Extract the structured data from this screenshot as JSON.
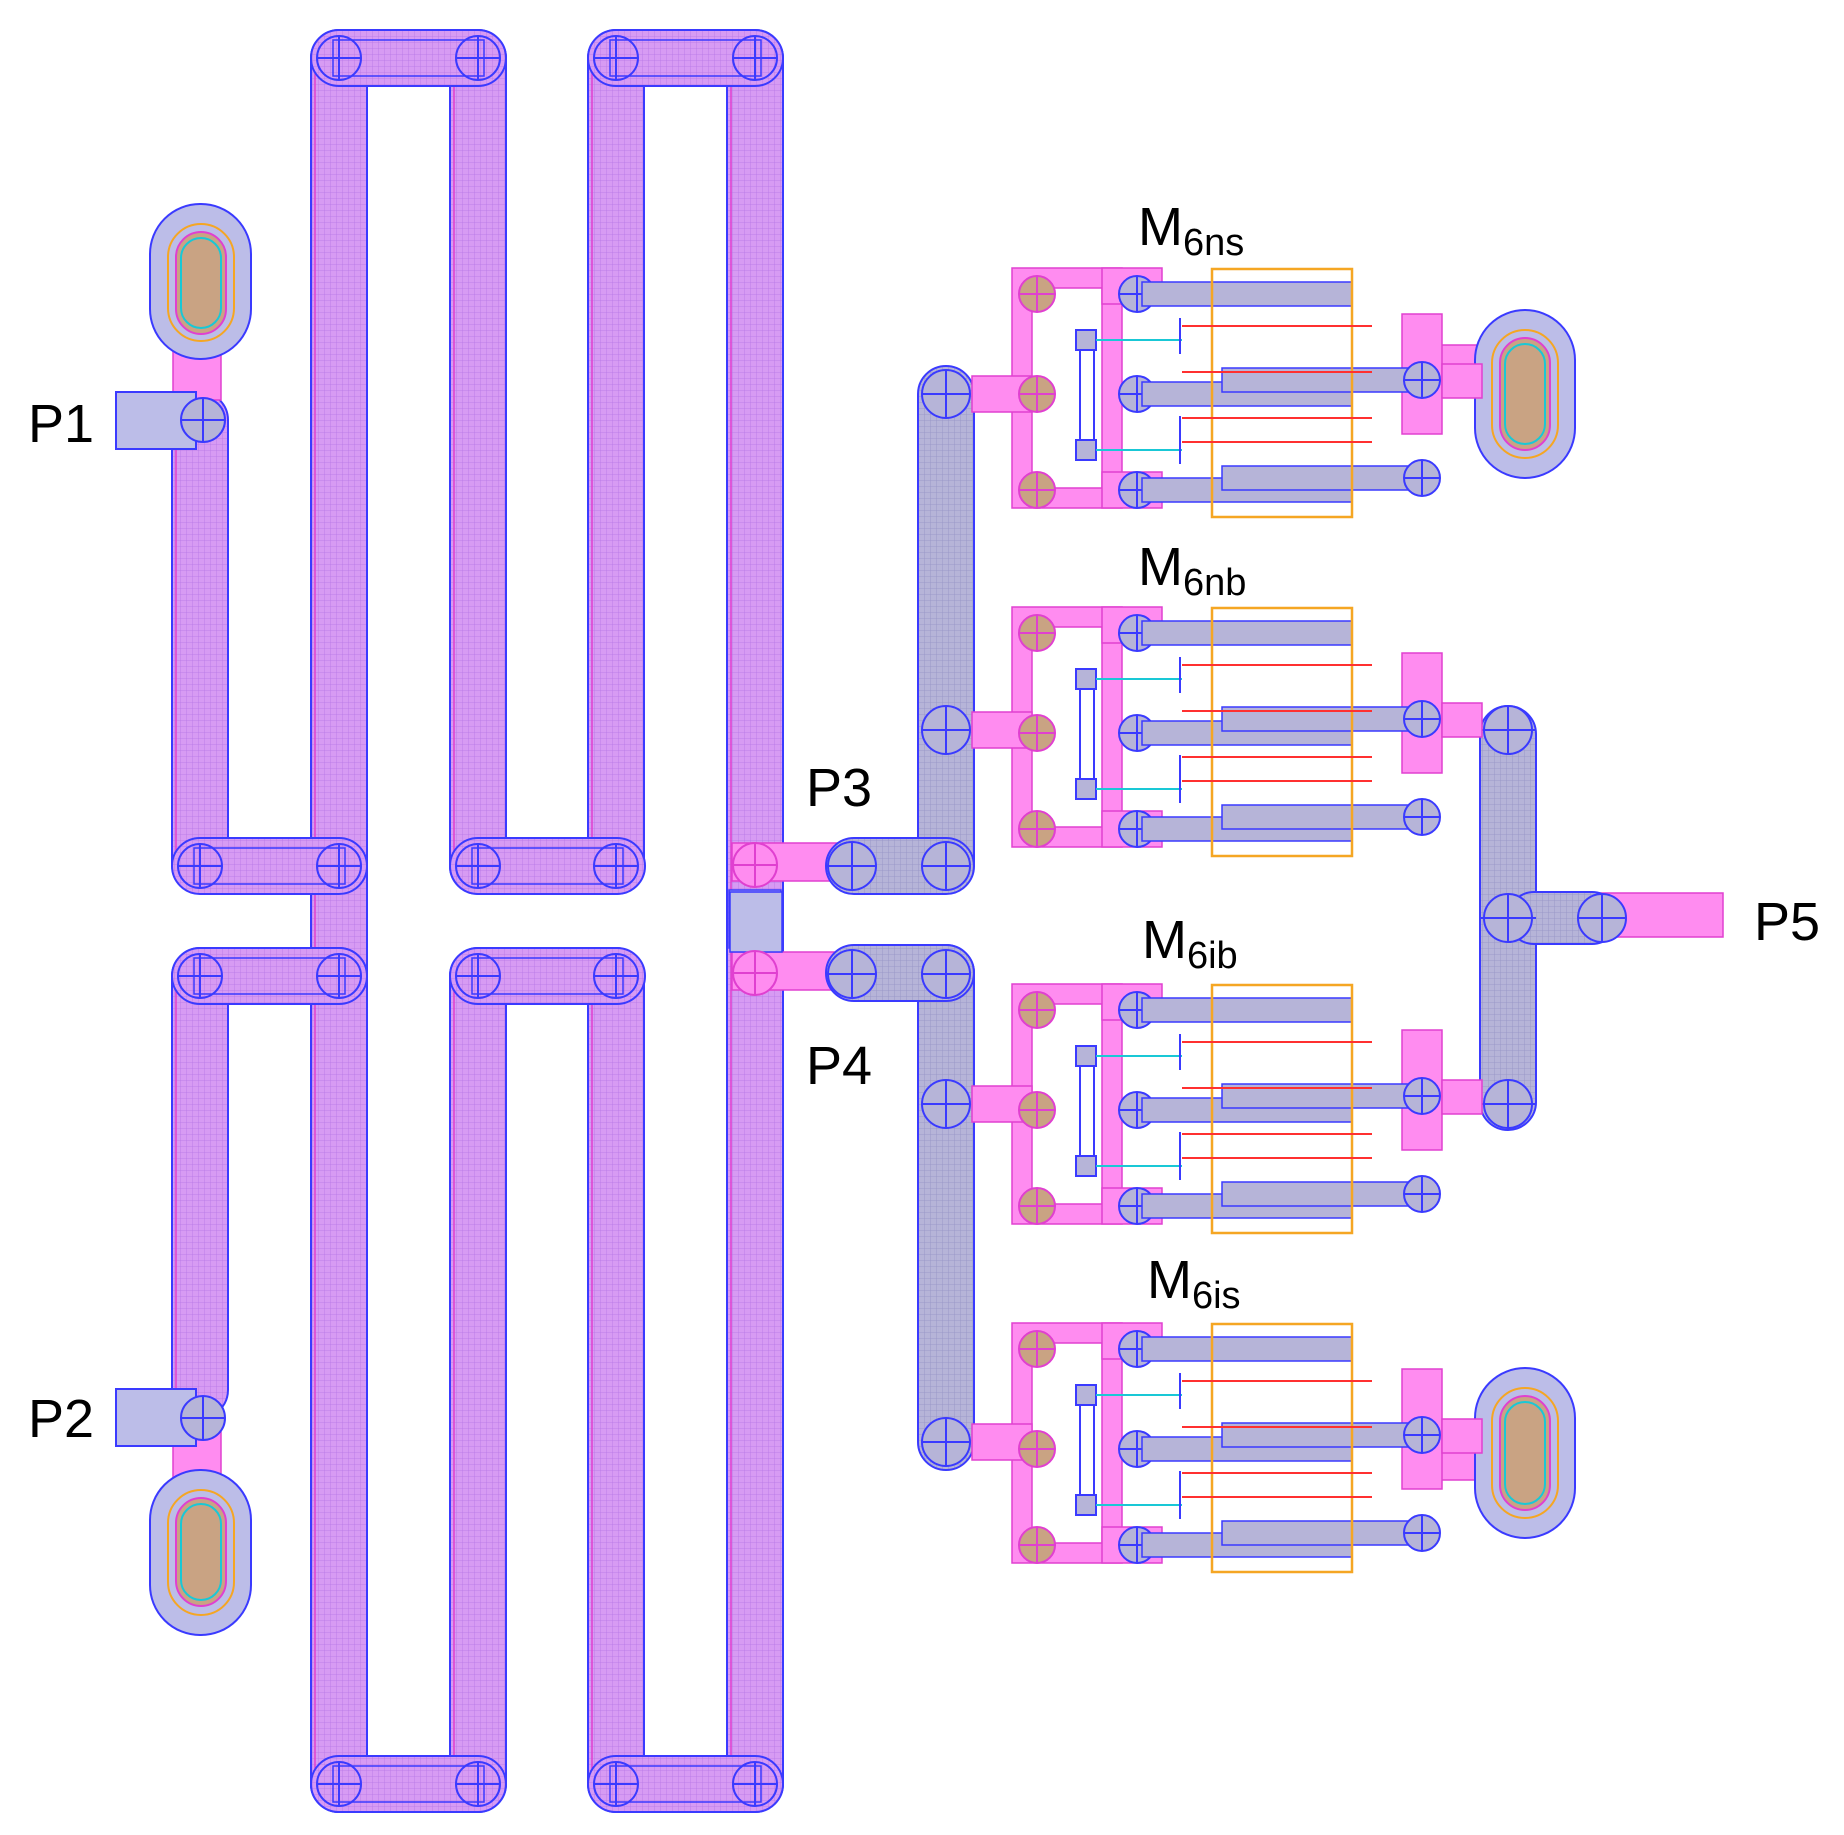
{
  "ports": [
    {
      "id": "p1",
      "label": "P1"
    },
    {
      "id": "p2",
      "label": "P2"
    },
    {
      "id": "p3",
      "label": "P3"
    },
    {
      "id": "p4",
      "label": "P4"
    },
    {
      "id": "p5",
      "label": "P5"
    }
  ],
  "transistors": [
    {
      "id": "m6ns",
      "base": "M",
      "sub": "6ns"
    },
    {
      "id": "m6nb",
      "base": "M",
      "sub": "6nb"
    },
    {
      "id": "m6ib",
      "base": "M",
      "sub": "6ib"
    },
    {
      "id": "m6is",
      "base": "M",
      "sub": "6is"
    }
  ],
  "colors": {
    "metal_fill": "#d79bf3",
    "metal_edge": "#3a3aff",
    "poly": "#ff8cf0",
    "grey_fill": "#b6b4d8",
    "pad_fill": "#bcbde8",
    "via_fill": "#c9a383",
    "gate_box": "#f5a623",
    "red_line": "#ff3030",
    "cyan_line": "#19c8d6"
  }
}
